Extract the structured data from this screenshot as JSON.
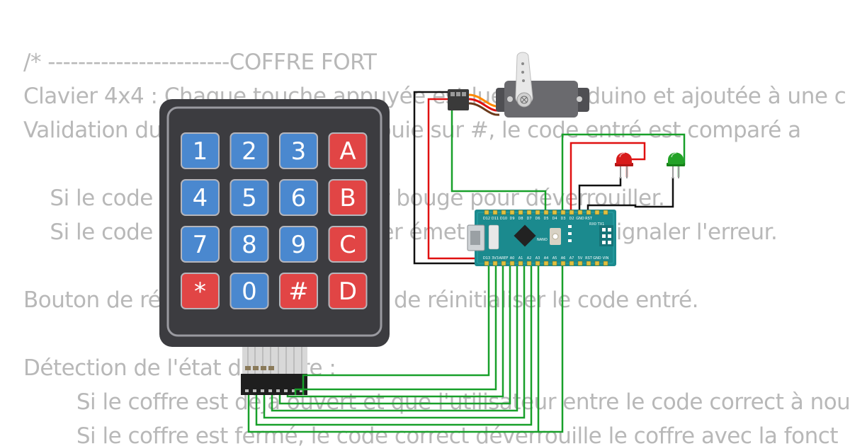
{
  "code_text": {
    "lines": [
      "/* ------------------------COFFRE FORT",
      "Clavier 4x4 : Chaque touche appuyée est lue par l'Arduino et ajoutée à une c",
      "Validation du code : Lorsqu'on appuie sur #, le code entré est comparé a",
      "    Si le code est correct, le moteur bouge pour déverrouiller.",
      "    Si le code est incorrect, le buzzer émet un son pour signaler l'erreur.",
      "Bouton de réinitialisation : permet de réinitialiser le code entré.",
      "Détection de l'état du coffre :",
      "        Si le coffre est déjà ouvert et que l'utilisateur entre le code correct à nou",
      "        Si le coffre est fermé, le code correct déverrouille le coffre avec la fonct"
    ]
  },
  "keypad": {
    "keys": [
      {
        "label": "1",
        "type": "digit"
      },
      {
        "label": "2",
        "type": "digit"
      },
      {
        "label": "3",
        "type": "digit"
      },
      {
        "label": "A",
        "type": "letter"
      },
      {
        "label": "4",
        "type": "digit"
      },
      {
        "label": "5",
        "type": "digit"
      },
      {
        "label": "6",
        "type": "digit"
      },
      {
        "label": "B",
        "type": "letter"
      },
      {
        "label": "7",
        "type": "digit"
      },
      {
        "label": "8",
        "type": "digit"
      },
      {
        "label": "9",
        "type": "digit"
      },
      {
        "label": "C",
        "type": "letter"
      },
      {
        "label": "*",
        "type": "letter"
      },
      {
        "label": "0",
        "type": "digit"
      },
      {
        "label": "#",
        "type": "letter"
      },
      {
        "label": "D",
        "type": "letter"
      }
    ]
  },
  "arduino": {
    "top_pins": [
      "D12",
      "D11",
      "D10",
      "D9",
      "D8",
      "D7",
      "D6",
      "D5",
      "D4",
      "D3",
      "D2",
      "GND",
      "RST"
    ],
    "board_label": "NANO",
    "tx_label": "RX0  TX1",
    "bottom_pins": [
      "D13",
      "3V3",
      "AREF",
      "A0",
      "A1",
      "A2",
      "A3",
      "A4",
      "A5",
      "A6",
      "A7",
      "5V",
      "RST",
      "GND",
      "VIN"
    ]
  },
  "colors": {
    "keypad_body": "#3c3c40",
    "key_digit": "#4a88cf",
    "key_letter": "#e14545",
    "board": "#1b8a8e",
    "wire_green": "#18a02a",
    "wire_red": "#e01010",
    "wire_black": "#111111",
    "servo_body": "#5a5a5e",
    "led_red": "#d81b1b",
    "led_green": "#23a227",
    "background_text": "#b8b8b8"
  }
}
